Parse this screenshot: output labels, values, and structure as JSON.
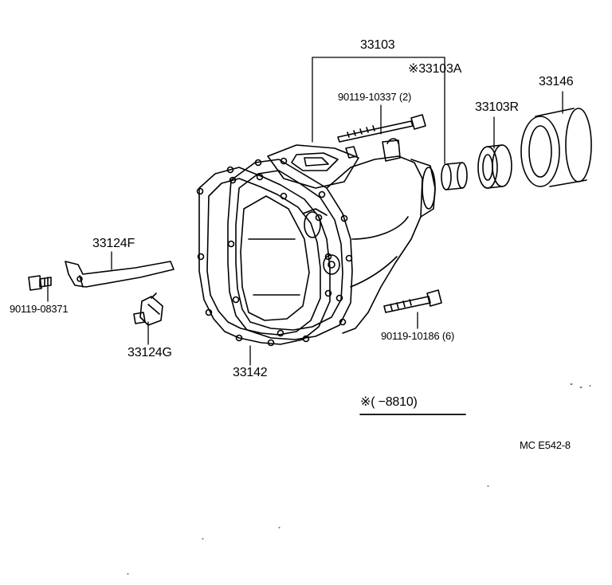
{
  "labels": {
    "p33103": "33103",
    "p33103a": "※33103A",
    "bolt_top": "90119-10337 (2)",
    "p33103r": "33103R",
    "p33146": "33146",
    "p33124f": "33124F",
    "bolt_left": "90119-08371",
    "p33124g": "33124G",
    "p33142": "33142",
    "bolt_bottom": "90119-10186 (6)",
    "note": "※(      −8810)",
    "code": "MC  E542-8"
  },
  "colors": {
    "ink": "#000000",
    "paper": "#ffffff"
  }
}
